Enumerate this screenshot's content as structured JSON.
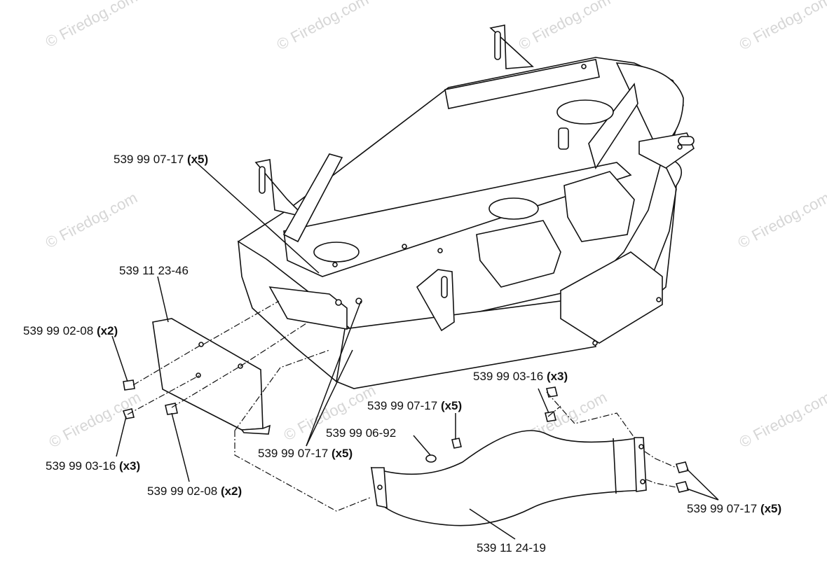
{
  "watermark": "© Firedog.com",
  "callouts": [
    {
      "id": "bolt-upper",
      "number": "539  99 07-17",
      "qty": "(x5)"
    },
    {
      "id": "plate",
      "number": "539 11 23-46",
      "qty": ""
    },
    {
      "id": "bolt-left-a",
      "number": "539  99 02-08",
      "qty": "(x2)"
    },
    {
      "id": "bolt-left-b",
      "number": "539 99  03-16",
      "qty": "(x3)"
    },
    {
      "id": "bolt-left-c",
      "number": "539  99 02-08",
      "qty": "(x2)"
    },
    {
      "id": "bolt-mid",
      "number": "539  99 07-17",
      "qty": "(x5)"
    },
    {
      "id": "bolt-center",
      "number": "539  99 07-17",
      "qty": "(x5)"
    },
    {
      "id": "washer",
      "number": "539 99 06-92",
      "qty": ""
    },
    {
      "id": "bolt-right-top",
      "number": "539 99  03-16",
      "qty": "(x3)"
    },
    {
      "id": "bolt-right",
      "number": "539  99 07-17",
      "qty": "(x5)"
    },
    {
      "id": "chute",
      "number": "539 11 24-19",
      "qty": ""
    }
  ]
}
